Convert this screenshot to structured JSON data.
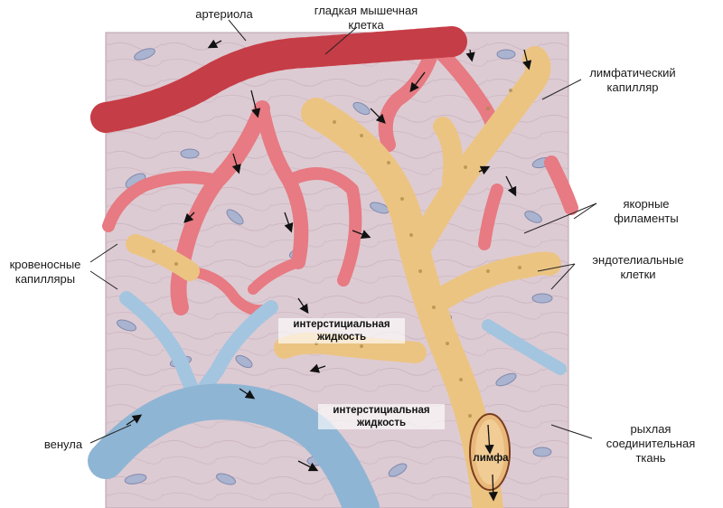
{
  "labels": {
    "arteriole": "артериола",
    "smooth_muscle": [
      "гладкая мышечная",
      "клетка"
    ],
    "lymph_capillary": [
      "лимфатический",
      "капилляр"
    ],
    "anchor_filaments": [
      "якорные",
      "филаменты"
    ],
    "endothelial": [
      "эндотелиальные",
      "клетки"
    ],
    "blood_capillaries": [
      "кровеносные",
      "капилляры"
    ],
    "interstitial_1": [
      "интерстициальная",
      "жидкость"
    ],
    "interstitial_2": [
      "интерстициальная",
      "жидкость"
    ],
    "venule": "венула",
    "loose_tissue": [
      "рыхлая",
      "соединительная",
      "ткань"
    ],
    "lymph": "лимфа"
  },
  "colors": {
    "tissue": "#ddcbd3",
    "arteriole": "#d64d55",
    "venule": "#8fb5d4",
    "lymph_vessel": "#ecc482",
    "cell": "#aab3cf"
  }
}
